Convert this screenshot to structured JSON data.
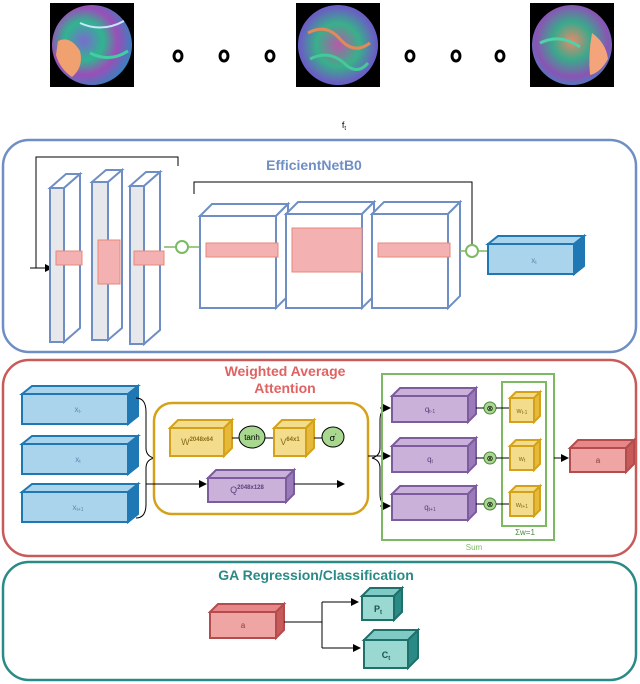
{
  "frame_label": "f",
  "frame_label_sub": "t",
  "sequence_ellipsis": [
    "o",
    "o",
    "o",
    "o",
    "o",
    "o"
  ],
  "efficientnet": {
    "title": "EfficientNetB0",
    "output_label": "x",
    "output_label_sub": "t"
  },
  "attention": {
    "title_line1": "Weighted Average",
    "title_line2": "Attention",
    "inputs": [
      {
        "label": "x",
        "sub": "t-"
      },
      {
        "label": "x",
        "sub": "t"
      },
      {
        "label": "x",
        "sub": "t+1"
      }
    ],
    "w_label": "W",
    "w_sup": "2048x64",
    "tanh_label": "tanh",
    "v_label": "V",
    "v_sup": "64x1",
    "sigma_label": "σ",
    "sigma_sup": "'",
    "q_label": "Q",
    "q_sup": "2048x128",
    "q_outputs": [
      {
        "label": "q",
        "sub": "t-1"
      },
      {
        "label": "q",
        "sub": "t"
      },
      {
        "label": "q",
        "sub": "t+1"
      }
    ],
    "multiply_symbol": "⊗",
    "weights": [
      {
        "label": "w",
        "sub": "t-1"
      },
      {
        "label": "w",
        "sub": "t"
      },
      {
        "label": "w",
        "sub": "t+1"
      }
    ],
    "sum_w_label": "Σw=1",
    "sum_label": "Sum",
    "output_label": "a"
  },
  "ga": {
    "title": "GA Regression/Classification",
    "input_label": "a",
    "p_label": "P",
    "p_sub": "t",
    "c_label": "C",
    "c_sub": "t"
  },
  "colors": {
    "blue": "#6f8fc4",
    "red": "#c85a5a",
    "teal": "#2a8a85",
    "box_blue_front": "#aad3ec",
    "box_blue_side": "#1f78b4",
    "yellow_fill": "#f3dc8b",
    "yellow_edge": "#d4a21a",
    "purple_fill": "#c9b1d9",
    "purple_edge": "#7c5c9c",
    "green": "#7cb962",
    "pink": "#f3b1b1",
    "salmon": "#e7877c"
  }
}
